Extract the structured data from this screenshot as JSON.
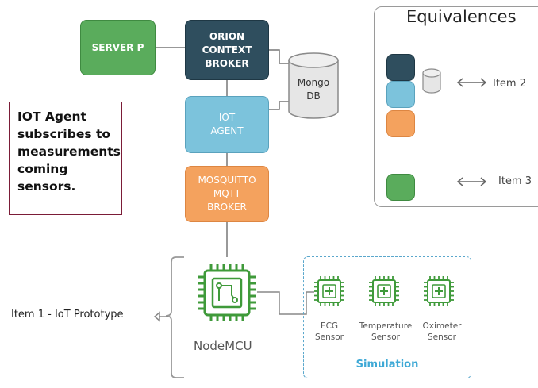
{
  "nodes": {
    "server": [
      "SERVER P"
    ],
    "orion": [
      "ORION",
      "CONTEXT",
      "BROKER"
    ],
    "iot_agent": [
      "IOT",
      "AGENT"
    ],
    "mosquitto": [
      "MOSQUITTO",
      "MQTT",
      "BROKER"
    ],
    "mongo": [
      "Mongo",
      "DB"
    ]
  },
  "note": [
    "IOT Agent",
    "subscribes to",
    "measurements",
    "coming",
    "sensors."
  ],
  "legend": {
    "title": "Equivalences",
    "item2": "Item 2",
    "item3": "Item 3"
  },
  "item1_label": "Item 1 - IoT  Prototype",
  "nodemcu_label": "NodeMCU",
  "simulation": {
    "title": "Simulation",
    "sensors": [
      [
        "ECG",
        "Sensor"
      ],
      [
        "Temperature",
        "Sensor"
      ],
      [
        "Oximeter",
        "Sensor"
      ]
    ]
  },
  "colors": {
    "green": "#5aac5c",
    "dark_teal": "#2f4e5e",
    "light_blue": "#7cc3dc",
    "orange": "#f4a25e",
    "note_border": "#7b1c37",
    "chip_green": "#3f9a3a",
    "sim_blue": "#3ea9d6"
  },
  "icons": [
    "mongo-db-cylinder",
    "legend-db-cylinder",
    "nodemcu-chip-icon",
    "sensor-chip-icon",
    "double-arrow-icon",
    "brace-icon"
  ]
}
